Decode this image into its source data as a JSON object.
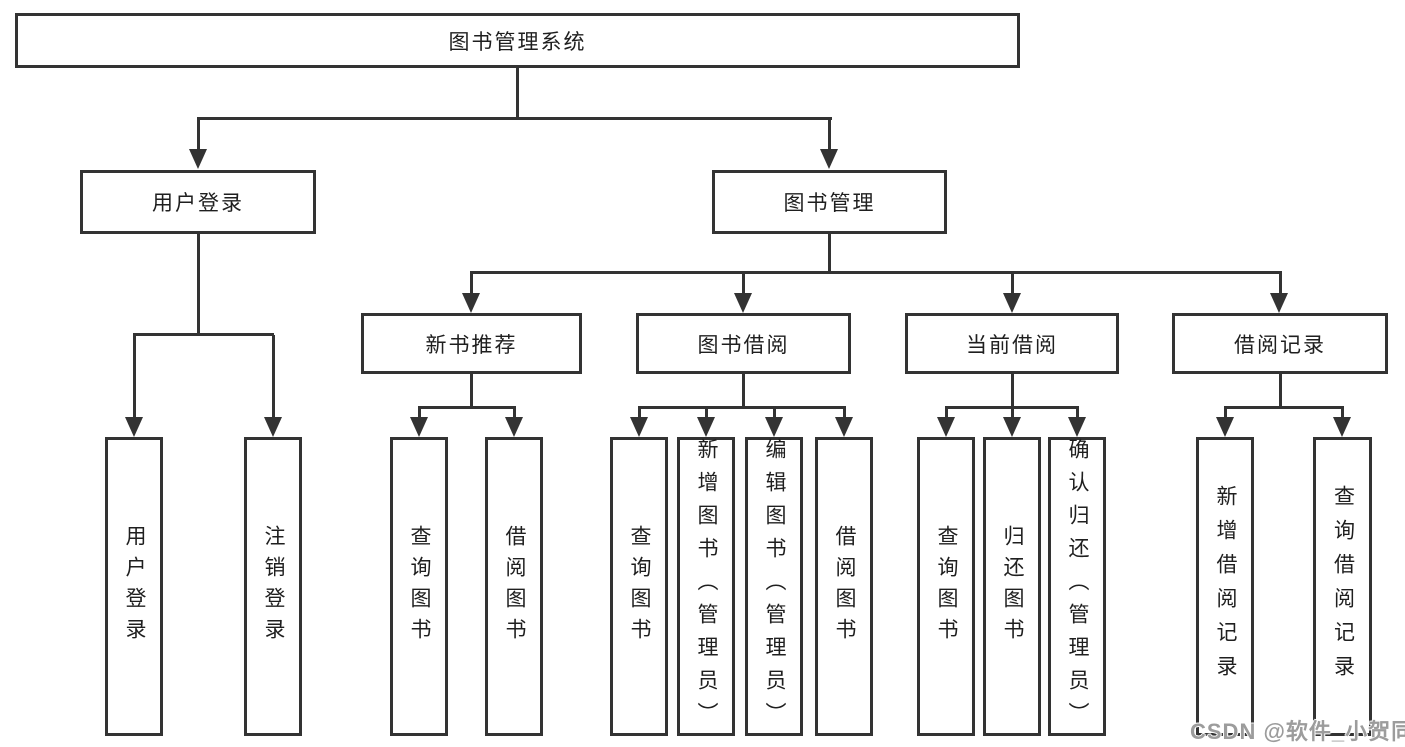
{
  "tree": {
    "label": "图书管理系统",
    "children": [
      {
        "label": "用户登录",
        "children": [
          {
            "label": "用户登录"
          },
          {
            "label": "注销登录"
          }
        ]
      },
      {
        "label": "图书管理",
        "children": [
          {
            "label": "新书推荐",
            "children": [
              {
                "label": "查询图书"
              },
              {
                "label": "借阅图书"
              }
            ]
          },
          {
            "label": "图书借阅",
            "children": [
              {
                "label": "查询图书"
              },
              {
                "label": "新增图书（管理员）"
              },
              {
                "label": "编辑图书（管理员）"
              },
              {
                "label": "借阅图书"
              }
            ]
          },
          {
            "label": "当前借阅",
            "children": [
              {
                "label": "查询图书"
              },
              {
                "label": "归还图书"
              },
              {
                "label": "确认归还（管理员）"
              }
            ]
          },
          {
            "label": "借阅记录",
            "children": [
              {
                "label": "新增借阅记录"
              },
              {
                "label": "查询借阅记录"
              }
            ]
          }
        ]
      }
    ]
  },
  "watermark": {
    "text": "CSDN @软件_小贺同学"
  },
  "colors": {
    "line": "#333333",
    "text": "#1f1f1f",
    "watermark": "#9c9c9c",
    "background": "#ffffff"
  }
}
